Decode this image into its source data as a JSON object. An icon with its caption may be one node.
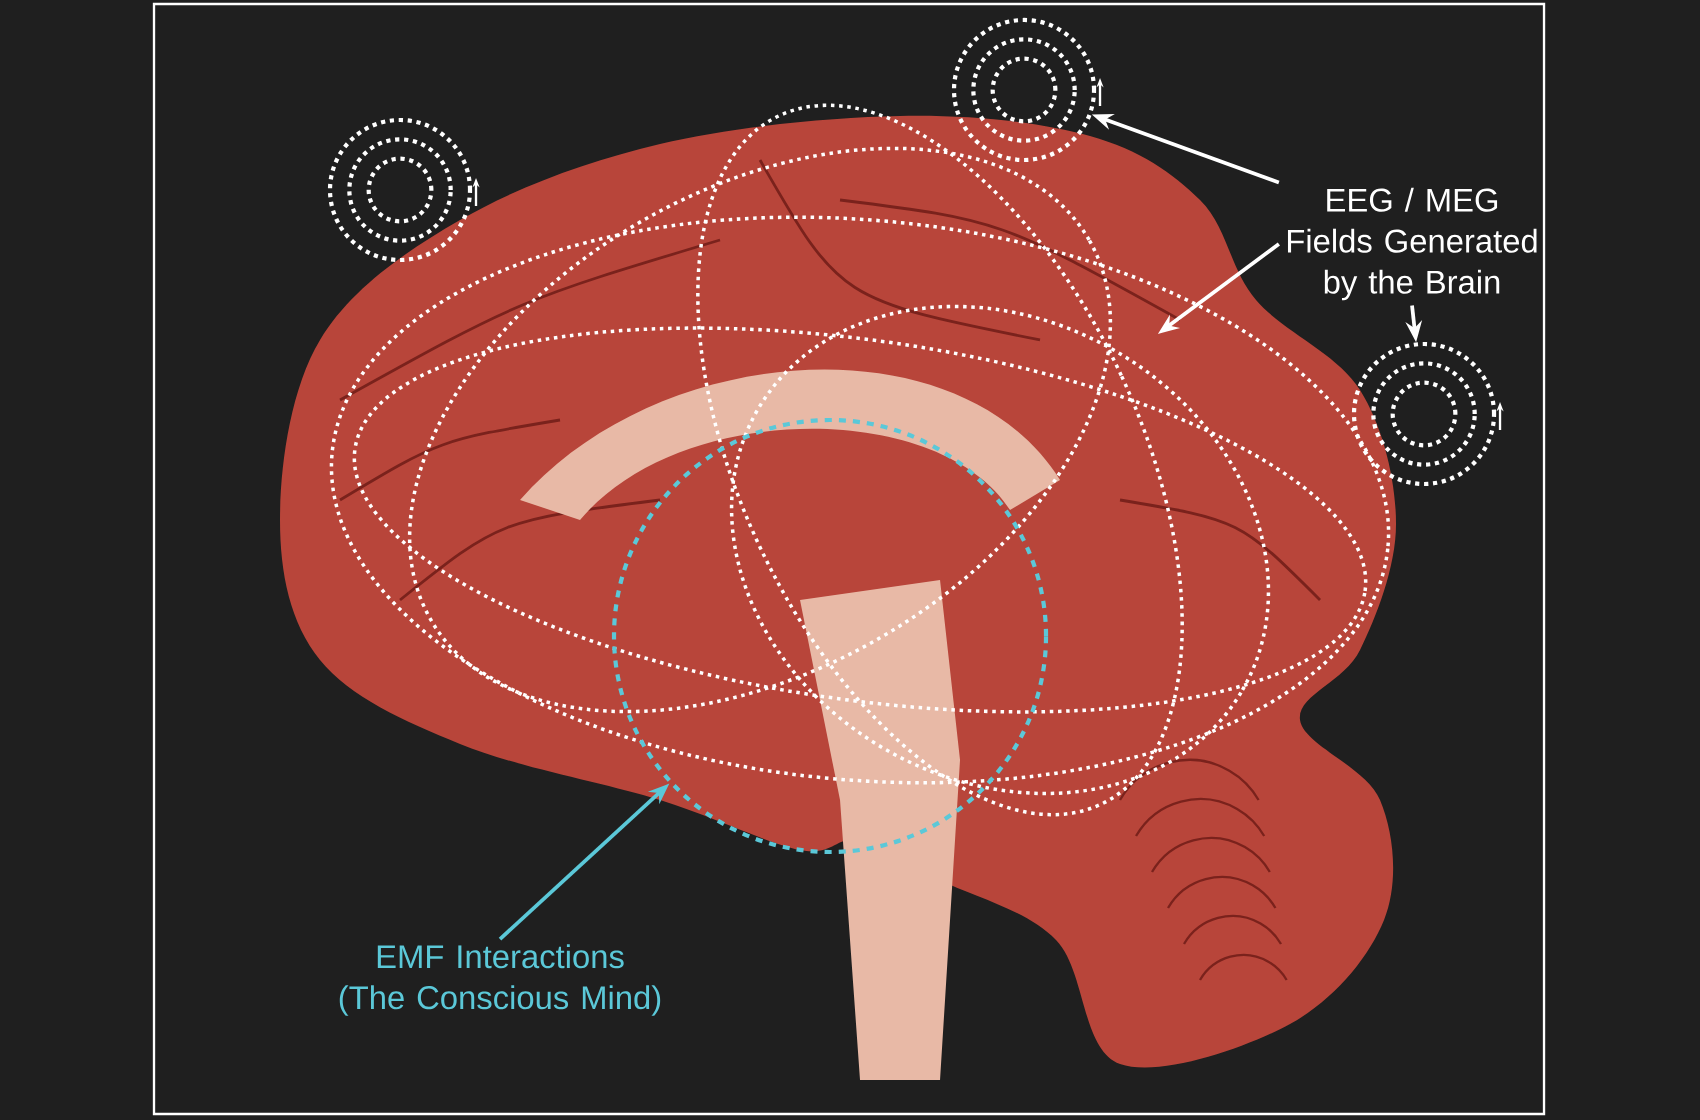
{
  "diagram": {
    "nodes": [
      {
        "text": [
          "EEG / MEG Fields Generated by the Brain"
        ]
      },
      {
        "text": [],
        "shape": "picture"
      },
      {
        "text": [],
        "shape": "circle"
      },
      {
        "text": [],
        "shape": "circle"
      },
      {
        "text": [],
        "shape": "circle"
      },
      {
        "text": [
          "EMF Interactions (The Conscious Mind)"
        ]
      },
      {
        "text": [],
        "shape": "circle",
        "in": 1
      }
    ],
    "edges": [
      {
        "from": 0,
        "to": 3,
        "arrow": "to"
      },
      {
        "from": 0,
        "to": 1,
        "arrow": "to"
      },
      {
        "from": 0,
        "to": 4,
        "arrow": "to"
      },
      {
        "from": 5,
        "to": 6,
        "arrow": "to",
        "color": "#5bc8d8"
      }
    ]
  }
}
